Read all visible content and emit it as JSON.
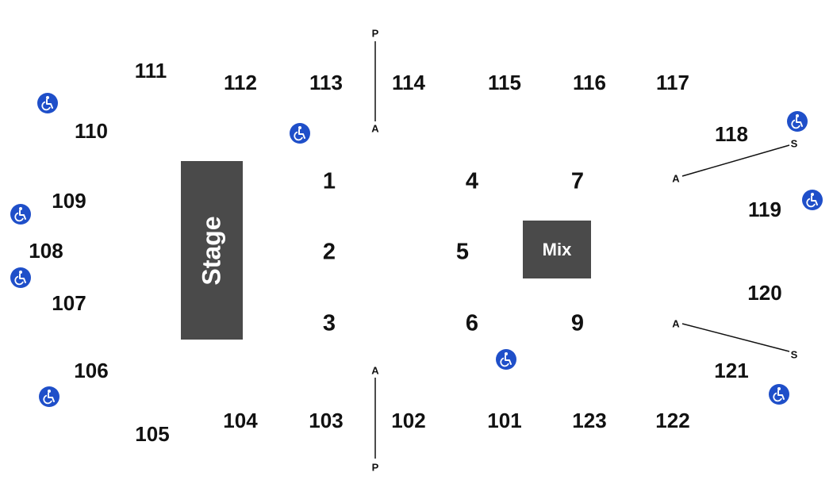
{
  "sections_upper": [
    "111",
    "112",
    "113",
    "114",
    "115",
    "116",
    "117",
    "118",
    "119",
    "120",
    "121",
    "122",
    "123",
    "101",
    "102",
    "103",
    "104",
    "105",
    "106",
    "107",
    "108",
    "109",
    "110"
  ],
  "floor_sections": [
    "1",
    "2",
    "3",
    "4",
    "5",
    "6",
    "7",
    "9"
  ],
  "stage_label": "Stage",
  "mix_label": "Mix",
  "aisle_markers": {
    "p": "P",
    "a": "A",
    "s": "S"
  },
  "colors": {
    "accessible_icon": "#1f4fc9",
    "stage_fill": "#4a4a4a",
    "label_text": "#111111"
  },
  "icons": {
    "accessible": "wheelchair-accessible-icon"
  }
}
